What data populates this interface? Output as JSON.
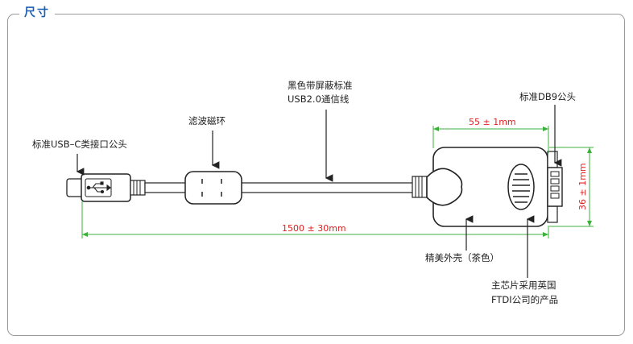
{
  "section_title": "尺寸",
  "labels": {
    "usb_c": "标准USB–C类接口公头",
    "ferrite": "滤波磁环",
    "cable_line1": "黑色带屏蔽标准",
    "cable_line2": "USB2.0通信线",
    "db9": "标准DB9公头",
    "shell": "精美外壳（茶色）",
    "chip_line1": "主芯片采用英国",
    "chip_line2": "FTDI公司的产品"
  },
  "dimensions": {
    "length": "1500 ± 30mm",
    "width": "55 ± 1mm",
    "height": "36 ± 1mm"
  },
  "colors": {
    "title": "#1a5fb4",
    "dimension_line": "#3cb03c",
    "dimension_text": "#e02020",
    "outline": "#222222"
  },
  "icons": {
    "usb_symbol": "usb-trident-icon",
    "screw": "screw-icon"
  }
}
